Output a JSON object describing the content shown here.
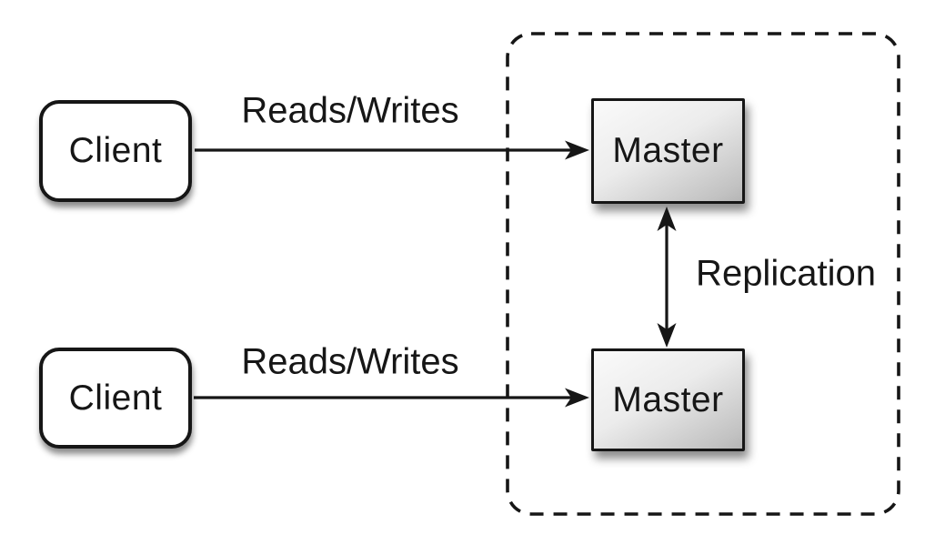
{
  "diagram": {
    "description": "Master-master replication topology: two clients read and write to two masters which replicate to each other inside a dashed boundary",
    "nodes": [
      {
        "id": "client-top",
        "label": "Client",
        "type": "client"
      },
      {
        "id": "client-bottom",
        "label": "Client",
        "type": "client"
      },
      {
        "id": "master-top",
        "label": "Master",
        "type": "master"
      },
      {
        "id": "master-bottom",
        "label": "Master",
        "type": "master"
      }
    ],
    "edges": [
      {
        "id": "reads-writes-top",
        "label": "Reads/Writes",
        "from": "client-top",
        "to": "master-top",
        "direction": "one-way"
      },
      {
        "id": "reads-writes-bottom",
        "label": "Reads/Writes",
        "from": "client-bottom",
        "to": "master-bottom",
        "direction": "one-way"
      },
      {
        "id": "replication",
        "label": "Replication",
        "from": "master-top",
        "to": "master-bottom",
        "direction": "two-way"
      }
    ],
    "groups": [
      {
        "id": "replication-boundary",
        "style": "dashed-rounded-rectangle",
        "contains": [
          "master-top",
          "master-bottom"
        ]
      }
    ],
    "colors": {
      "background": "#ffffff",
      "stroke": "#161616",
      "text": "#161616",
      "client_fill": "#ffffff",
      "master_fill_light": "#fafafa",
      "master_fill_dark": "#b5b5b5"
    }
  }
}
